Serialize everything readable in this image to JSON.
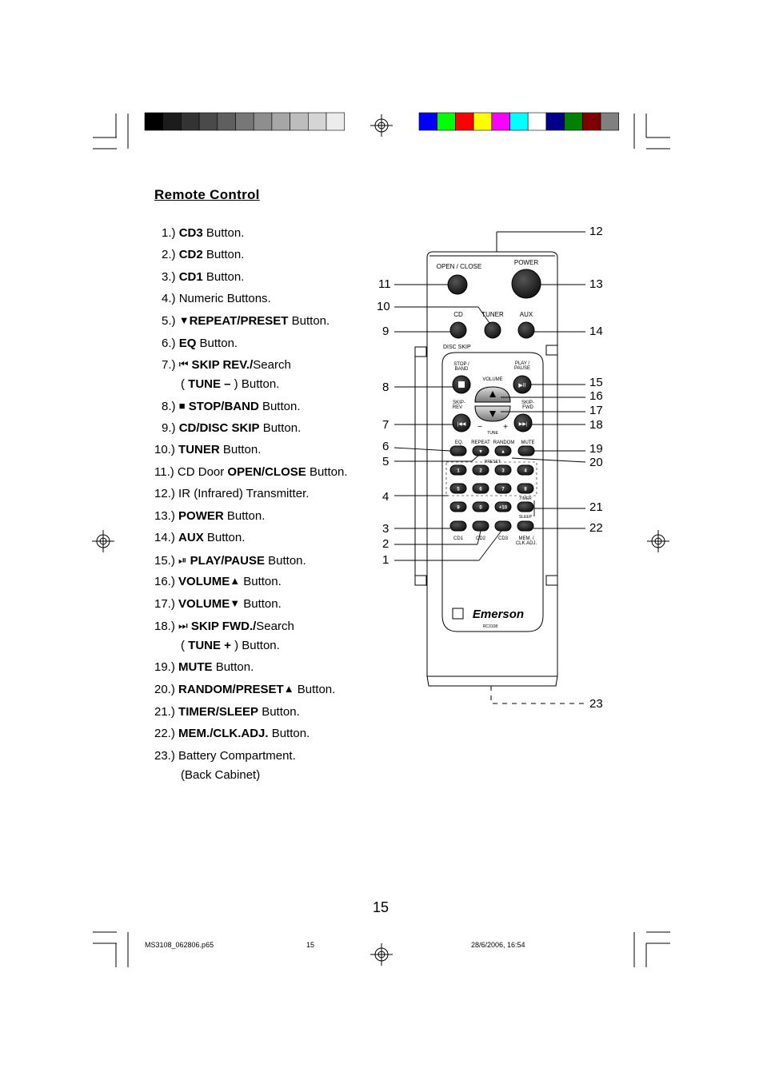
{
  "heading": "Remote Control",
  "items": [
    {
      "num": "1.)",
      "bold": "CD3",
      "rest": " Button."
    },
    {
      "num": "2.)",
      "bold": "CD2",
      "rest": " Button."
    },
    {
      "num": "3.)",
      "bold": "CD1",
      "rest": " Button."
    },
    {
      "num": "4.)",
      "pre": "Numeric Buttons."
    },
    {
      "num": "5.)",
      "bold": "REPEAT/PRESET",
      "glyph": " ▼",
      "rest": " Button."
    },
    {
      "num": "6.)",
      "bold": "EQ",
      "rest": " Button."
    },
    {
      "num": "7.)",
      "glyph": "⏮",
      "bold": " SKIP REV./",
      "rest": "Search",
      "line2_pre": "( ",
      "line2_bold": "TUNE –",
      "line2_rest": " ) Button."
    },
    {
      "num": "8.)",
      "glyph": "■",
      "bold": " STOP/BAND",
      "rest": " Button."
    },
    {
      "num": "9.)",
      "bold": "CD/DISC SKIP",
      "rest": " Button."
    },
    {
      "num": "10.)",
      "bold": "TUNER",
      "rest": " Button."
    },
    {
      "num": "11.)",
      "pre": "CD Door ",
      "bold": "OPEN/CLOSE",
      "rest": " Button."
    },
    {
      "num": "12.)",
      "pre": "IR (Infrared) Transmitter."
    },
    {
      "num": "13.)",
      "bold": "POWER",
      "rest": " Button."
    },
    {
      "num": "14.)",
      "bold": "AUX",
      "rest": " Button."
    },
    {
      "num": "15.)",
      "glyph": "⏯",
      "bold": " PLAY/PAUSE",
      "rest": " Button."
    },
    {
      "num": "16.)",
      "bold": "VOLUME",
      "glyph2": " ▲",
      "rest": " Button."
    },
    {
      "num": "17.)",
      "bold": "VOLUME",
      "glyph2": " ▼",
      "rest": " Button."
    },
    {
      "num": "18.)",
      "glyph": "⏭",
      "bold": " SKIP FWD./",
      "rest": "Search",
      "line2_pre": "( ",
      "line2_bold": "TUNE +",
      "line2_rest": " ) Button."
    },
    {
      "num": "19.)",
      "bold": "MUTE",
      "rest": " Button."
    },
    {
      "num": "20.)",
      "bold": "RANDOM/PRESET",
      "glyph2": " ▲",
      "rest": " Button."
    },
    {
      "num": "21.)",
      "bold": "TIMER/SLEEP",
      "rest": " Button."
    },
    {
      "num": "22.)",
      "bold": "MEM./CLK.ADJ.",
      "rest": " Button."
    },
    {
      "num": "23.)",
      "pre": "Battery Compartment.",
      "line2_pre": "(Back Cabinet)"
    }
  ],
  "remote": {
    "open_close": "OPEN / CLOSE",
    "power": "POWER",
    "cd": "CD",
    "tuner": "TUNER",
    "aux": "AUX",
    "disc_skip": "DISC SKIP",
    "stop_band": [
      "STOP /",
      "BAND"
    ],
    "play_pause": [
      "PLAY /",
      "PAUSE"
    ],
    "volume": "VOLUME",
    "skip_rev": [
      "SKIP-",
      "REV"
    ],
    "skip_fwd": [
      "SKIP-",
      "FWD"
    ],
    "tune": "TUNE",
    "tune_minus": "−",
    "tune_plus": "+",
    "eq": "EQ.",
    "repeat": "REPEAT",
    "random": "RANDOM",
    "mute": "MUTE",
    "preset": "PRESET",
    "numeric": [
      "1",
      "2",
      "3",
      "4",
      "5",
      "6",
      "7",
      "8",
      "9",
      "0",
      "+10"
    ],
    "timer": "TIMER",
    "sleep": "SLEEP",
    "cd1": "CD1",
    "cd2": "CD2",
    "cd3": "CD3",
    "mem_clk": [
      "MEM. /",
      "CLK.ADJ."
    ],
    "brand": "Emerson",
    "model": "RC3108"
  },
  "callouts": [
    "12",
    "11",
    "10",
    "9",
    "13",
    "14",
    "15",
    "16",
    "17",
    "18",
    "8",
    "7",
    "6",
    "5",
    "19",
    "20",
    "4",
    "21",
    "3",
    "22",
    "2",
    "1",
    "23"
  ],
  "page_number": "15",
  "footer": {
    "file": "MS3108_062806.p65",
    "page": "15",
    "datetime": "28/6/2006, 16:54"
  },
  "colors": {
    "gray_bar": [
      "#000000",
      "#1c1c1c",
      "#333333",
      "#4a4a4a",
      "#5f5f5f",
      "#777777",
      "#8e8e8e",
      "#a6a6a6",
      "#bdbdbd",
      "#d5d5d5",
      "#ececec"
    ],
    "color_bar": [
      "#0000ff",
      "#00ff00",
      "#ff0000",
      "#ffff00",
      "#ff00ff",
      "#00ffff",
      "#ffffff",
      "#00008b",
      "#008000",
      "#800000",
      "#808080"
    ]
  }
}
